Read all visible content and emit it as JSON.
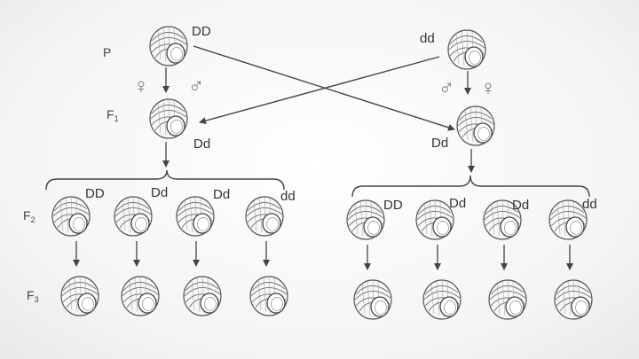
{
  "generations": {
    "p": "P",
    "f1": {
      "base": "F",
      "sub": "1"
    },
    "f2": {
      "base": "F",
      "sub": "2"
    },
    "f3": {
      "base": "F",
      "sub": "3"
    }
  },
  "parents": {
    "left": {
      "genotype": "DD"
    },
    "right": {
      "genotype": "dd"
    }
  },
  "sex_symbols": {
    "female": "♀",
    "male": "♂"
  },
  "f1": {
    "left": {
      "genotype": "Dd"
    },
    "right": {
      "genotype": "Dd"
    }
  },
  "f2": {
    "left": [
      "DD",
      "Dd",
      "Dd",
      "dd"
    ],
    "right": [
      "DD",
      "Dd",
      "Dd",
      "dd"
    ]
  },
  "colors": {
    "ink": "#444444",
    "shell_fill": "#f7f7f7",
    "shell_line": "#555555"
  },
  "icons": {
    "snail": "snail-shell-icon"
  }
}
